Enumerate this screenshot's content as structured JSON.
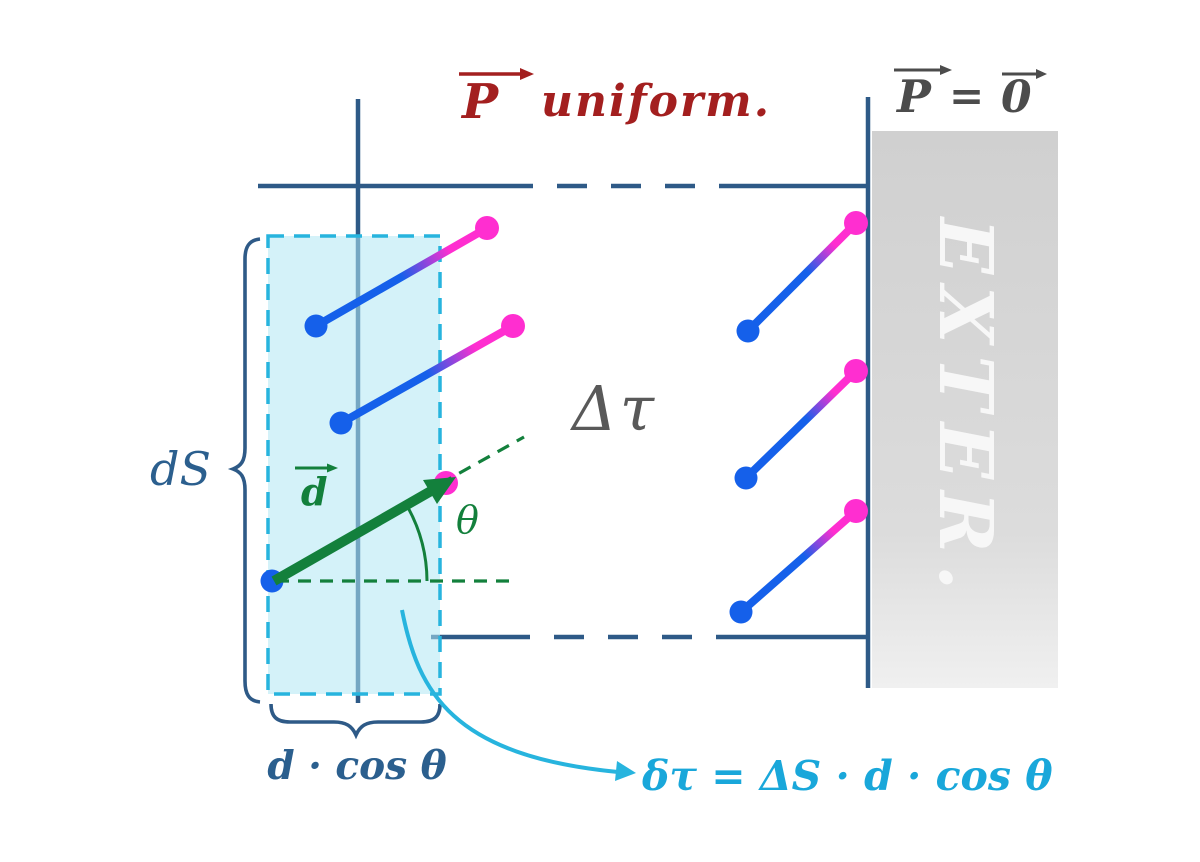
{
  "diagram": {
    "title": {
      "symbol": "P",
      "text": "uniform."
    },
    "exterior_condition": {
      "symbol": "P",
      "equals": "=",
      "zero": "0"
    },
    "exterior_label": "EXTER.",
    "volume_label": "Δτ",
    "surface_label": "dS",
    "displacement_label": "d",
    "angle_label": "θ",
    "thickness_label": "d · cos θ",
    "formula": "δτ = ΔS · d · cos θ"
  },
  "colors": {
    "boundary_blue": "#2e5a87",
    "slab_border_cyan": "#27b4de",
    "slab_fill_cyan": "rgba(176,231,244,0.55)",
    "formula_cyan": "#19a7da",
    "positive_magenta": "#ff2ed0",
    "negative_blue": "#1560ea",
    "vector_green": "#13803c",
    "title_red": "#a31f1f",
    "volume_gray": "#595959",
    "condition_gray": "#4c4c4c",
    "exterior_band_gray": "#d9d9d9"
  }
}
